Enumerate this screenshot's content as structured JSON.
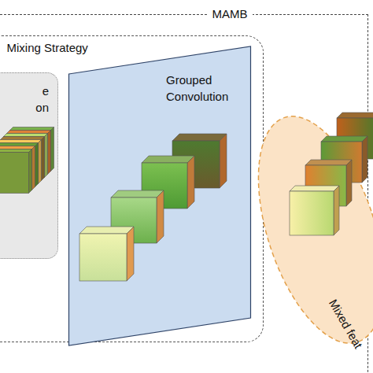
{
  "diagram": {
    "nodes": [
      {
        "text": [
          "MAMB"
        ]
      },
      {
        "text": [
          "Mixing Strategy"
        ],
        "in": 0
      },
      {
        "text": [
          "e on"
        ],
        "in": 1
      },
      {
        "text": [
          "Grouped Convolution"
        ],
        "in": 1
      },
      {
        "text": [
          "Mixed feat"
        ],
        "in": 0
      }
    ],
    "edges": []
  }
}
